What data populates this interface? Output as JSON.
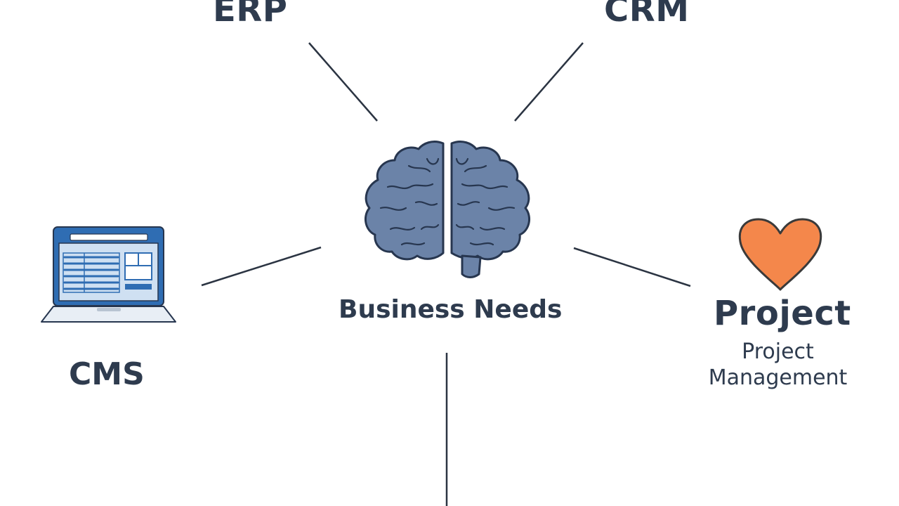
{
  "diagram": {
    "center": {
      "label": "Business Needs",
      "icon": "brain-icon"
    },
    "nodes": [
      {
        "id": "erp",
        "label": "ERP"
      },
      {
        "id": "crm",
        "label": "CRM"
      },
      {
        "id": "cms",
        "label": "CMS",
        "icon": "laptop-icon"
      },
      {
        "id": "project",
        "label": "Project",
        "sublabel": "Project Management",
        "icon": "heart-icon"
      }
    ]
  },
  "colors": {
    "text": "#2e3b4e",
    "connector": "#2b3442",
    "brain_fill": "#6b83a8",
    "brain_stroke": "#27364f",
    "laptop_blue": "#2f6db3",
    "laptop_screen": "#cfe0f2",
    "heart_fill": "#f4874b",
    "heart_stroke": "#3a3a3a"
  }
}
